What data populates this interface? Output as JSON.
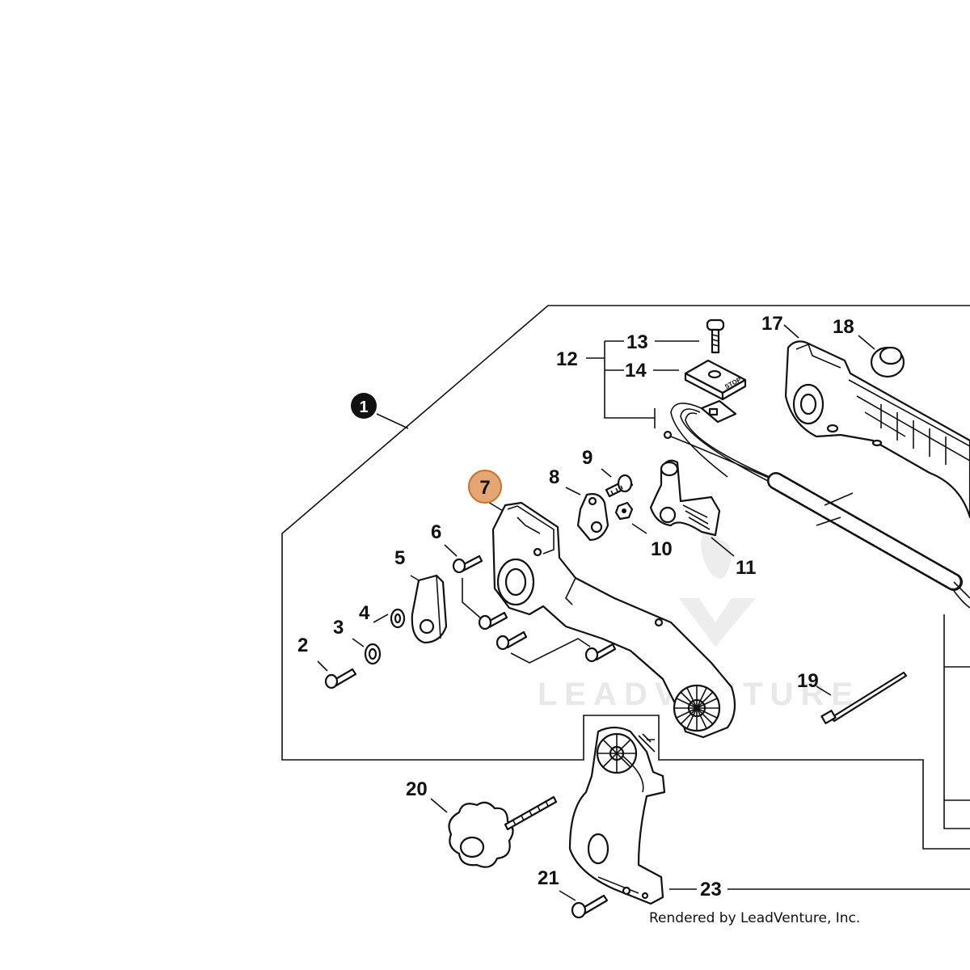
{
  "diagram": {
    "highlight_color": "#e6a673",
    "highlight_stroke": "#c8742f",
    "assembly_callout": "1",
    "credit": "Rendered by LeadVenture, Inc.",
    "watermark": "LEADVENTURE",
    "labels": {
      "p2": "2",
      "p3": "3",
      "p4": "4",
      "p5": "5",
      "p6": "6",
      "p7": "7",
      "p8": "8",
      "p9": "9",
      "p10": "10",
      "p11": "11",
      "p12": "12",
      "p13": "13",
      "p14": "14",
      "p17": "17",
      "p18": "18",
      "p19": "19",
      "p20": "20",
      "p21": "21",
      "p23": "23"
    },
    "stop_text": "STOP"
  }
}
